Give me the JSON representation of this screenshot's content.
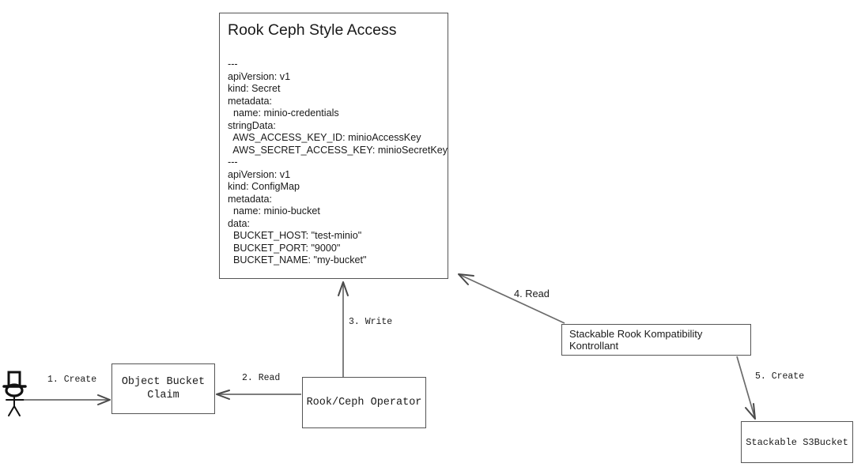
{
  "diagram": {
    "title": "Rook Ceph Style Access",
    "background_color": "#ffffff",
    "stroke_color": "#555555",
    "text_color": "#1a1a1a"
  },
  "yaml_card": {
    "title": "Rook Ceph Style Access",
    "body": "---\napiVersion: v1\nkind: Secret\nmetadata:\n  name: minio-credentials\nstringData:\n  AWS_ACCESS_KEY_ID: minioAccessKey\n  AWS_SECRET_ACCESS_KEY: minioSecretKey\n---\napiVersion: v1\nkind: ConfigMap\nmetadata:\n  name: minio-bucket\ndata:\n  BUCKET_HOST: \"test-minio\"\n  BUCKET_PORT: \"9000\"\n  BUCKET_NAME: \"my-bucket\"",
    "lines": [
      "---",
      "apiVersion: v1",
      "kind: Secret",
      "metadata:",
      "  name: minio-credentials",
      "stringData:",
      "  AWS_ACCESS_KEY_ID: minioAccessKey",
      "  AWS_SECRET_ACCESS_KEY: minioSecretKey",
      "---",
      "apiVersion: v1",
      "kind: ConfigMap",
      "metadata:",
      "  name: minio-bucket",
      "data:",
      "  BUCKET_HOST: \"test-minio\"",
      "  BUCKET_PORT: \"9000\"",
      "  BUCKET_NAME: \"my-bucket\""
    ]
  },
  "nodes": {
    "actor": "stick-figure-user",
    "object_bucket_claim": "Object Bucket\nClaim",
    "rook_ceph_operator": "Rook/Ceph Operator",
    "srkk": "Stackable Rook Kompatibility Kontrollant",
    "s3bucket": "Stackable S3Bucket"
  },
  "edges": {
    "create_1": "1. Create",
    "read_2": "2. Read",
    "write_3": "3. Write",
    "read_4": "4. Read",
    "create_5": "5. Create"
  }
}
